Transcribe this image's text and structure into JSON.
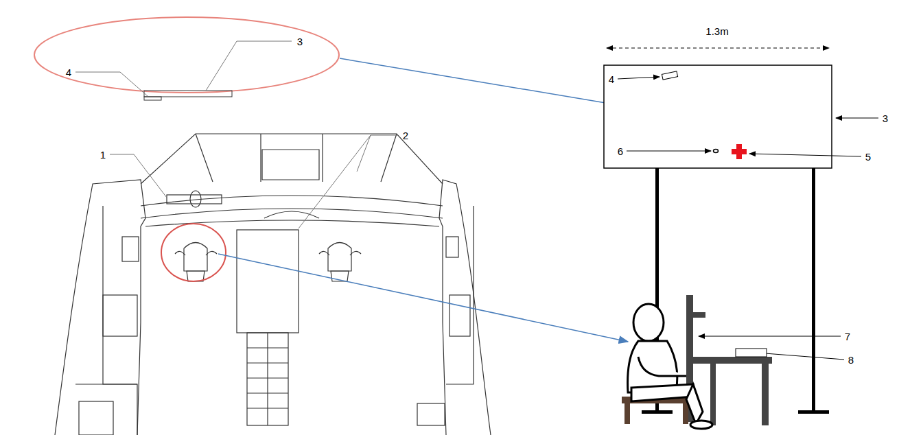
{
  "diagram": {
    "labels": [
      "1",
      "2",
      "4",
      "3",
      "1.3m",
      "4",
      "3",
      "6",
      "5",
      "7",
      "8"
    ]
  }
}
